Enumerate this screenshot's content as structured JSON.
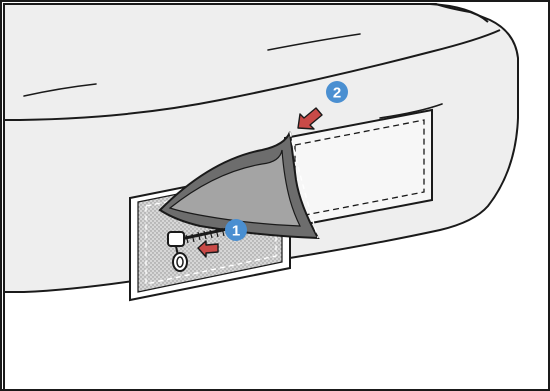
{
  "figure": {
    "steps": [
      {
        "number": "1",
        "arrow_direction": "left"
      },
      {
        "number": "2",
        "arrow_direction": "down-left"
      }
    ],
    "colors": {
      "callout_badge": "#4a8fd1",
      "callout_text": "#ffffff",
      "arrow": "#c94a47",
      "outline": "#1a1a1a",
      "mattress_fill": "#eeeeee",
      "cover_panel": "#f7f7f7",
      "flap_outer": "#6d6d6d",
      "flap_inner": "#a4a4a4",
      "opening_dots": "#9a9a9a",
      "panel_border": "#ffffff"
    },
    "icons": [
      "zipper-pull-icon",
      "arrow-left-icon",
      "arrow-down-left-icon"
    ]
  }
}
